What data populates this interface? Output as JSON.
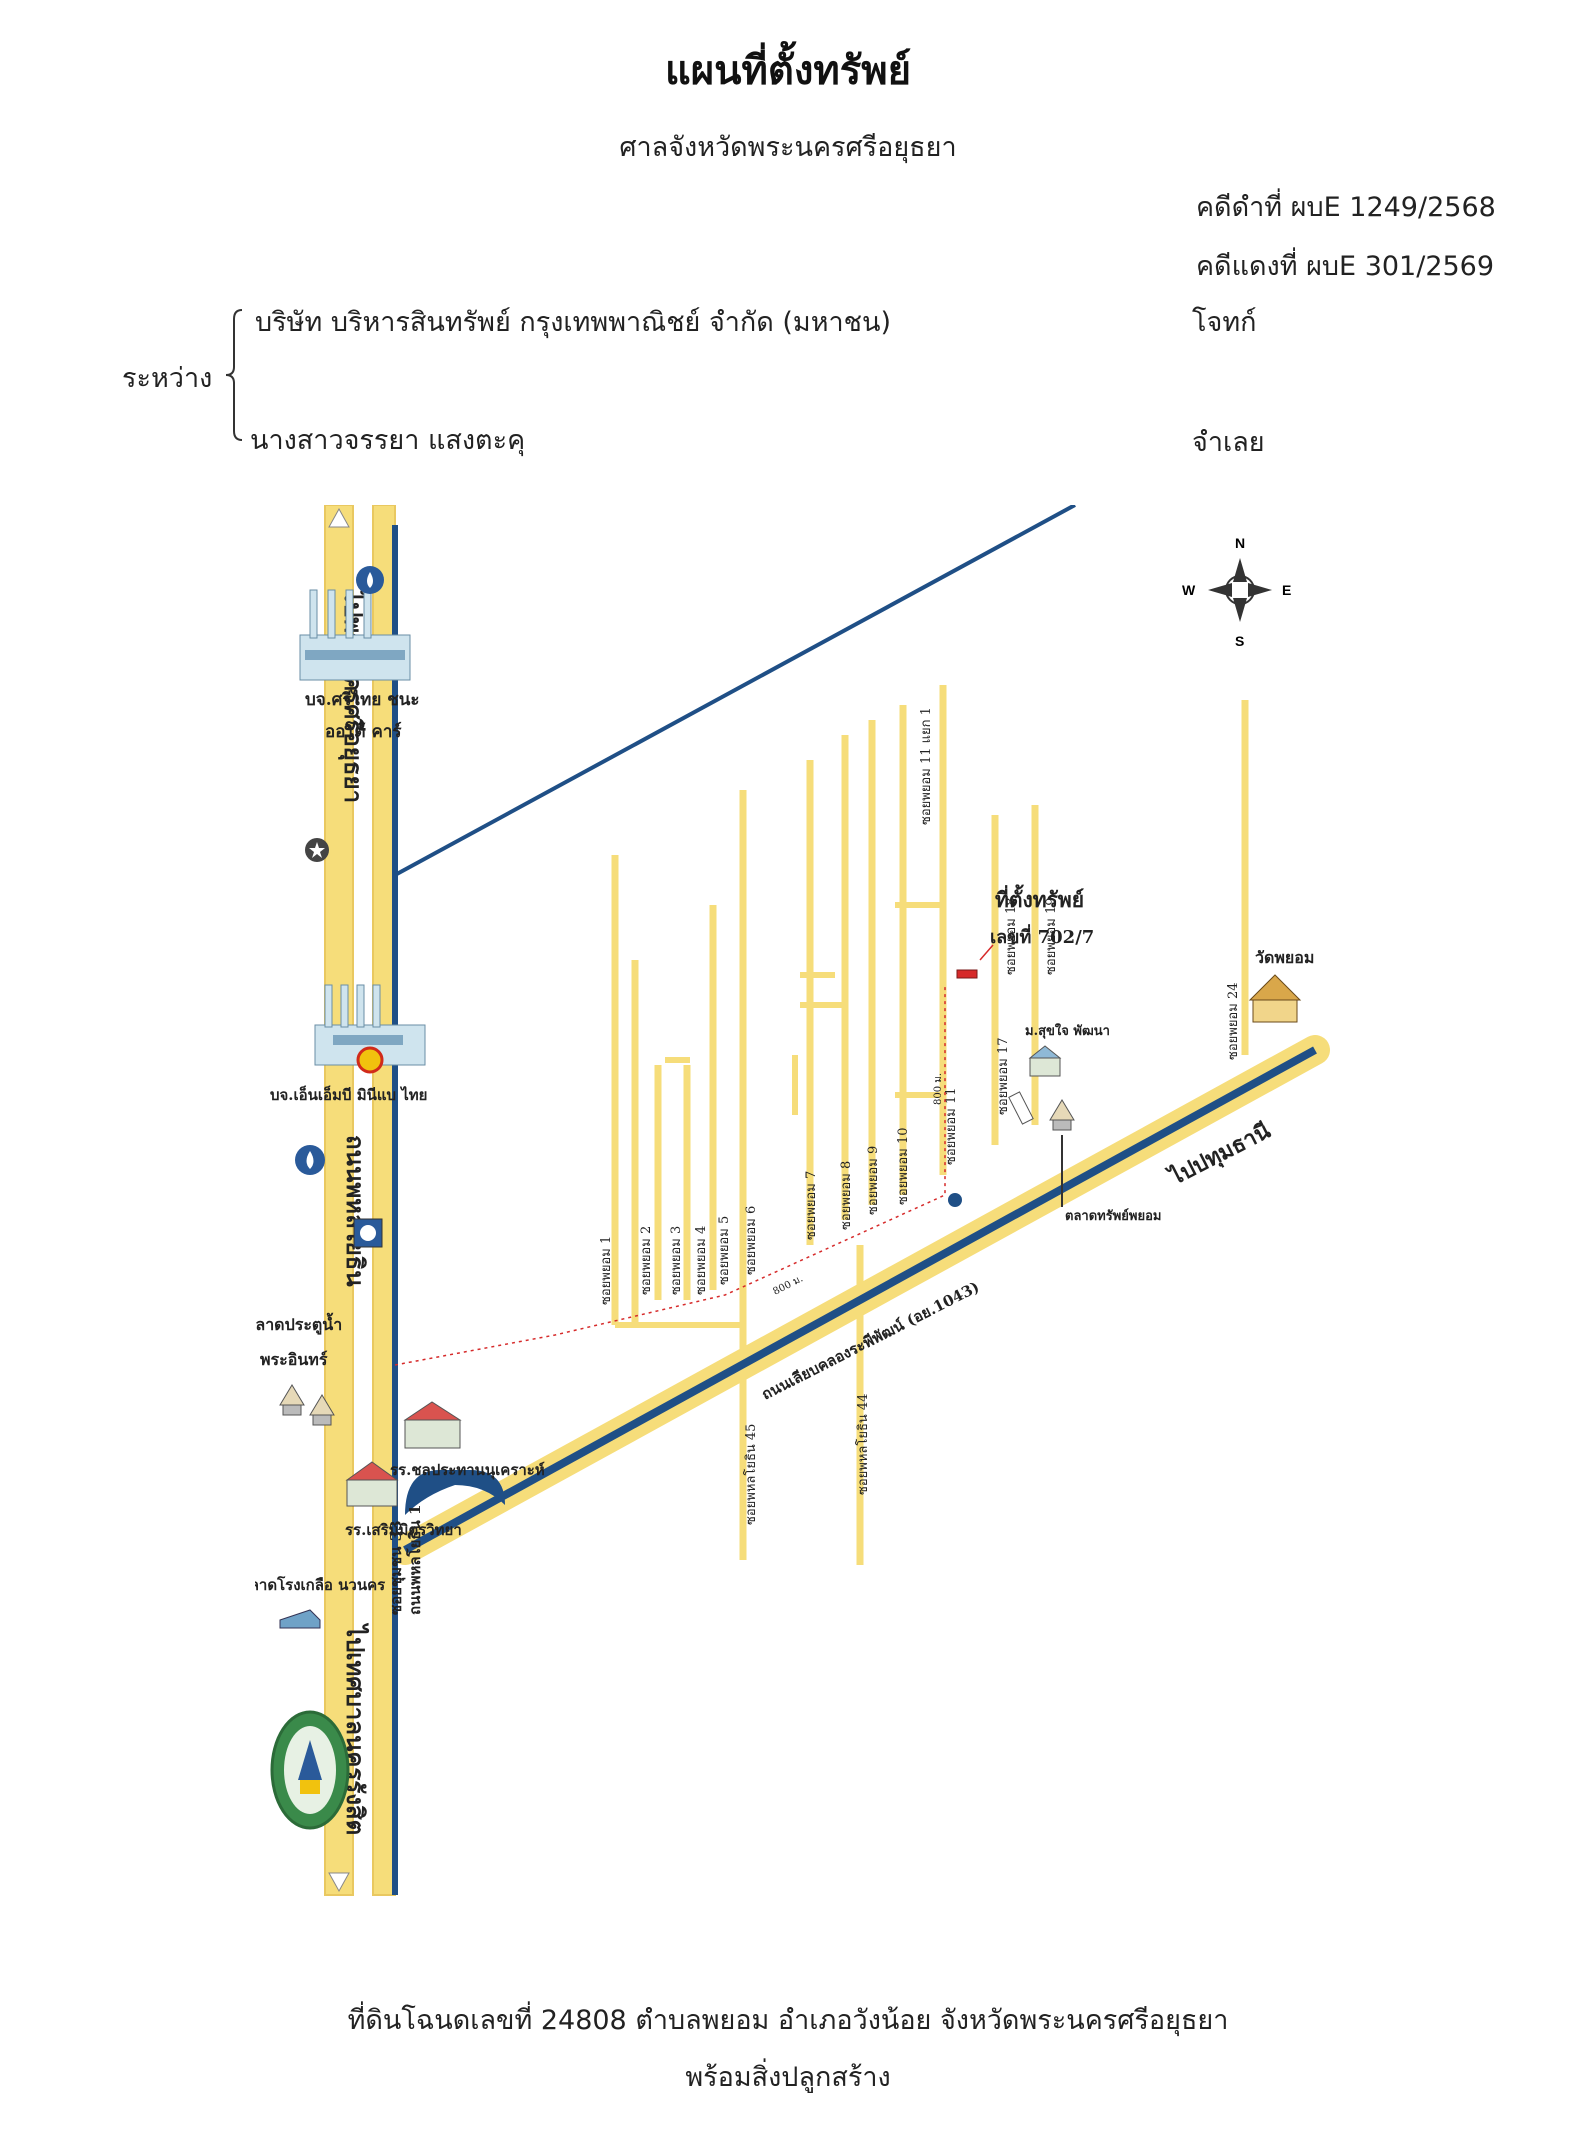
{
  "header": {
    "title": "แผนที่ตั้งทรัพย์",
    "court": "ศาลจังหวัดพระนครศรีอยุธยา",
    "black_case": "คดีดำที่ ผบE 1249/2568",
    "red_case": "คดีแดงที่ ผบE 301/2569"
  },
  "parties": {
    "between": "ระหว่าง",
    "plaintiff_name": "บริษัท บริหารสินทรัพย์ กรุงเทพพาณิชย์ จำกัด (มหาชน)",
    "plaintiff_role": "โจทก์",
    "defendant_name": "นางสาวจรรยา แสงตะคุ",
    "defendant_role": "จำเลย"
  },
  "map": {
    "compass": {
      "n": "N",
      "s": "S",
      "e": "E",
      "w": "W"
    },
    "roads": {
      "main_road_top": "ไปพระนครศรีอยุธยา",
      "main_road_mid": "ถนนพหลโยธิน",
      "main_road_bottom": "ไปเทศบาลนครรังสิต",
      "canal_road": "ถนนเลียบคลองระพีพัฒน์ (อย.1043)",
      "to_pathum": "ไปปทุมธานี",
      "soi_sukhumvit": "ซอยชุมชน 33",
      "phahon_soi": "ถนนพหลโยธิน 1"
    },
    "sois": {
      "s1": "ซอยพยอม 1",
      "s2": "ซอยพยอม 2",
      "s3": "ซอยพยอม 3",
      "s4": "ซอยพยอม 4",
      "s5": "ซอยพยอม 5",
      "s6": "ซอยพยอม 6",
      "s7": "ซอยพยอม 7",
      "s8": "ซอยพยอม 8",
      "s9": "ซอยพยอม 9",
      "s10": "ซอยพยอม 10",
      "s11": "ซอยพยอม 11",
      "s11_1": "ซอยพยอม 11 แยก 1",
      "s17": "ซอยพยอม 17",
      "s18": "ซอยพยอม 18",
      "s19": "ซอยพยอม 19",
      "s24": "ซอยพยอม 24",
      "phahon45": "ซอยพหลโยธิน 45",
      "phahon44": "ซอยพหลโยธิน 44"
    },
    "distances": {
      "d1": "800 ม.",
      "d2": "800 ม."
    },
    "landmarks": {
      "factory1": "บจ.ศรีไทย ชนะ ออโต้ คาร์",
      "factory1_line1": "บจ.ศรีไทย ชนะ",
      "factory1_line2": "ออโต้ คาร์",
      "factory2": "บจ.เอ็นเอ็มบี มินีแบ ไทย",
      "market1_line1": "ตลาดประตูน้ำ",
      "market1_line2": "พระอินทร์",
      "market2": "ตลาดโรงเกลือ นวนคร",
      "school1": "รร.ชลประทานนุเคราะห์",
      "school2": "รร.เสริมมิตรวิทยา",
      "village": "ม.สุขใจ พัฒนา",
      "market3": "ตลาดทรัพย์พยอม",
      "temple": "วัดพยอม",
      "property_line1": "ที่ตั้งทรัพย์",
      "property_line2": "เลขที่ 702/7"
    },
    "colors": {
      "road": "#f6dd7a",
      "road_edge": "#e9c860",
      "canal": "#1f4f86",
      "property": "#d62a2a"
    }
  },
  "footer": {
    "line1": "ที่ดินโฉนดเลขที่  24808  ตำบลพยอม  อำเภอวังน้อย  จังหวัดพระนครศรีอยุธยา",
    "line2": "พร้อมสิ่งปลูกสร้าง"
  }
}
